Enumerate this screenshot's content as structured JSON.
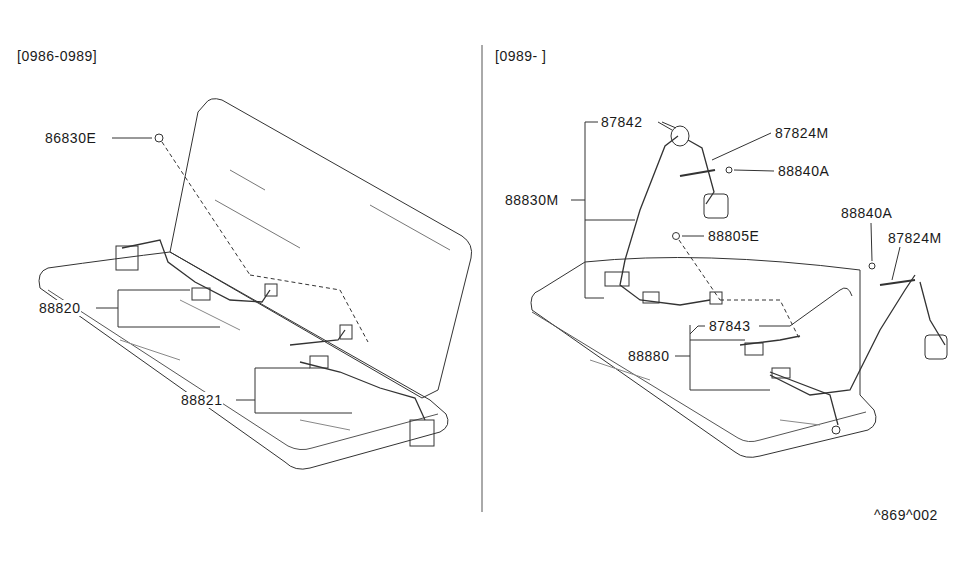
{
  "diagram": {
    "labels": [
      "[0986-0989]",
      "[0989-  ]",
      "86830E",
      "88820",
      "88821",
      "87842",
      "87824M",
      "88840A",
      "88830M",
      "88805E",
      "88840A",
      "87824M",
      "87843",
      "88880",
      "^869^002"
    ]
  }
}
